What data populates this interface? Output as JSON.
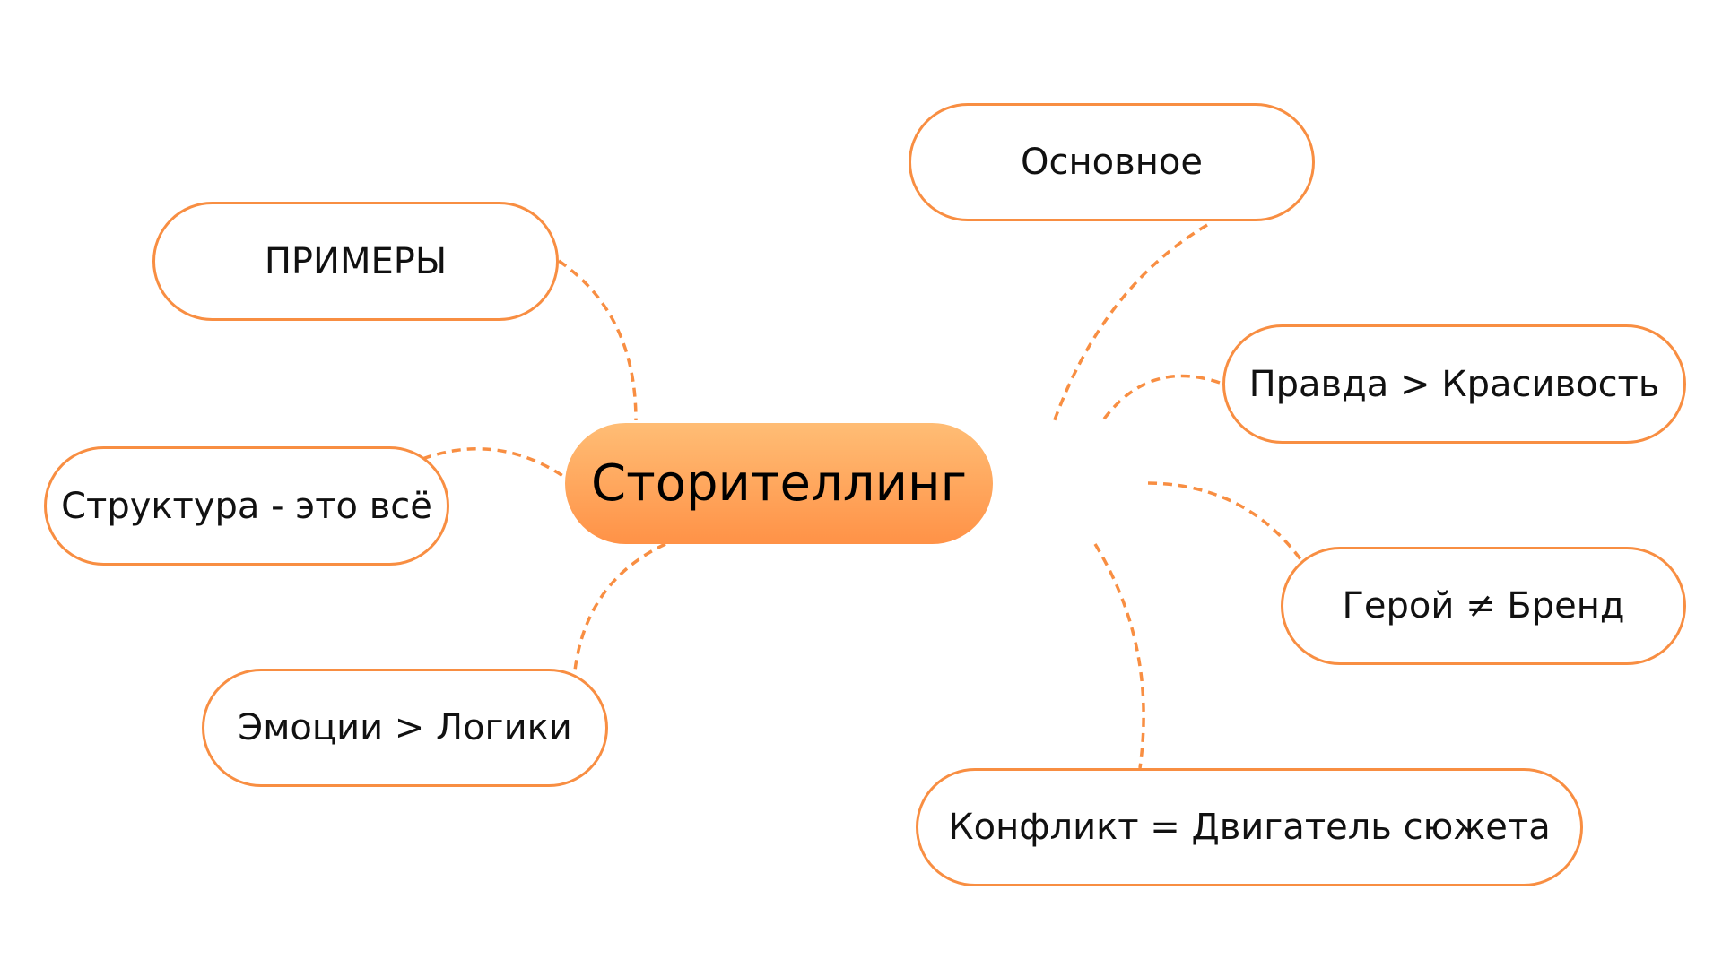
{
  "central": {
    "label": "Сторителлинг"
  },
  "nodes": {
    "basic": "Основное",
    "examples": "ПРИМЕРЫ",
    "truth": "Правда > Красивость",
    "structure": "Структура - это всё",
    "hero": "Герой ≠ Бренд",
    "emotions": "Эмоции > Логики",
    "conflict": "Конфликт = Двигатель сюжета"
  },
  "colors": {
    "accent": "#f88e42",
    "center_top": "#ffbd75",
    "center_bottom": "#ff9247"
  }
}
